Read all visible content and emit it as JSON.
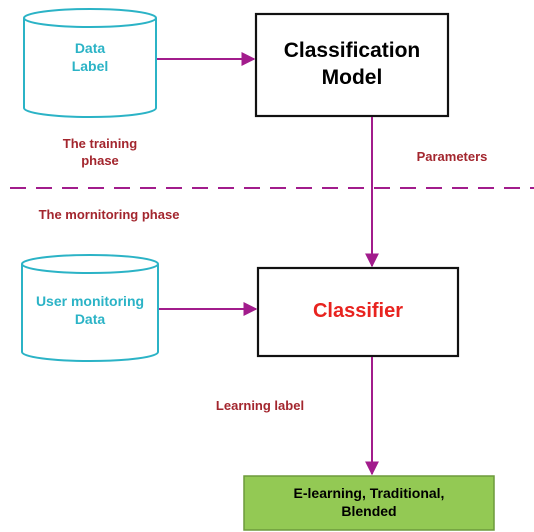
{
  "colors": {
    "store_border": "#2bb3c6",
    "store_text": "#2bb3c6",
    "arrow": "#a21c8c",
    "phase_divider": "#a21c8c",
    "annotation_text": "#a3262e",
    "classifier_text": "#e8231f",
    "output_fill": "#93c954",
    "box_border": "#111111"
  },
  "nodes": {
    "data_store": {
      "text": "Data\nLabel"
    },
    "classification_model": {
      "text": "Classification\nModel"
    },
    "user_store": {
      "text": "User monitoring\nData"
    },
    "classifier": {
      "text": "Classifier"
    },
    "output": {
      "text": "E-learning, Traditional,\nBlended"
    }
  },
  "annotations": {
    "training_phase": "The training\nphase",
    "parameters": "Parameters",
    "monitoring_phase": "The mornitoring phase",
    "learning_label": "Learning label"
  },
  "edges": [
    {
      "from": "data_store",
      "to": "classification_model"
    },
    {
      "from": "classification_model",
      "to": "classifier",
      "label": "Parameters"
    },
    {
      "from": "user_store",
      "to": "classifier"
    },
    {
      "from": "classifier",
      "to": "output",
      "label": "Learning label"
    }
  ]
}
